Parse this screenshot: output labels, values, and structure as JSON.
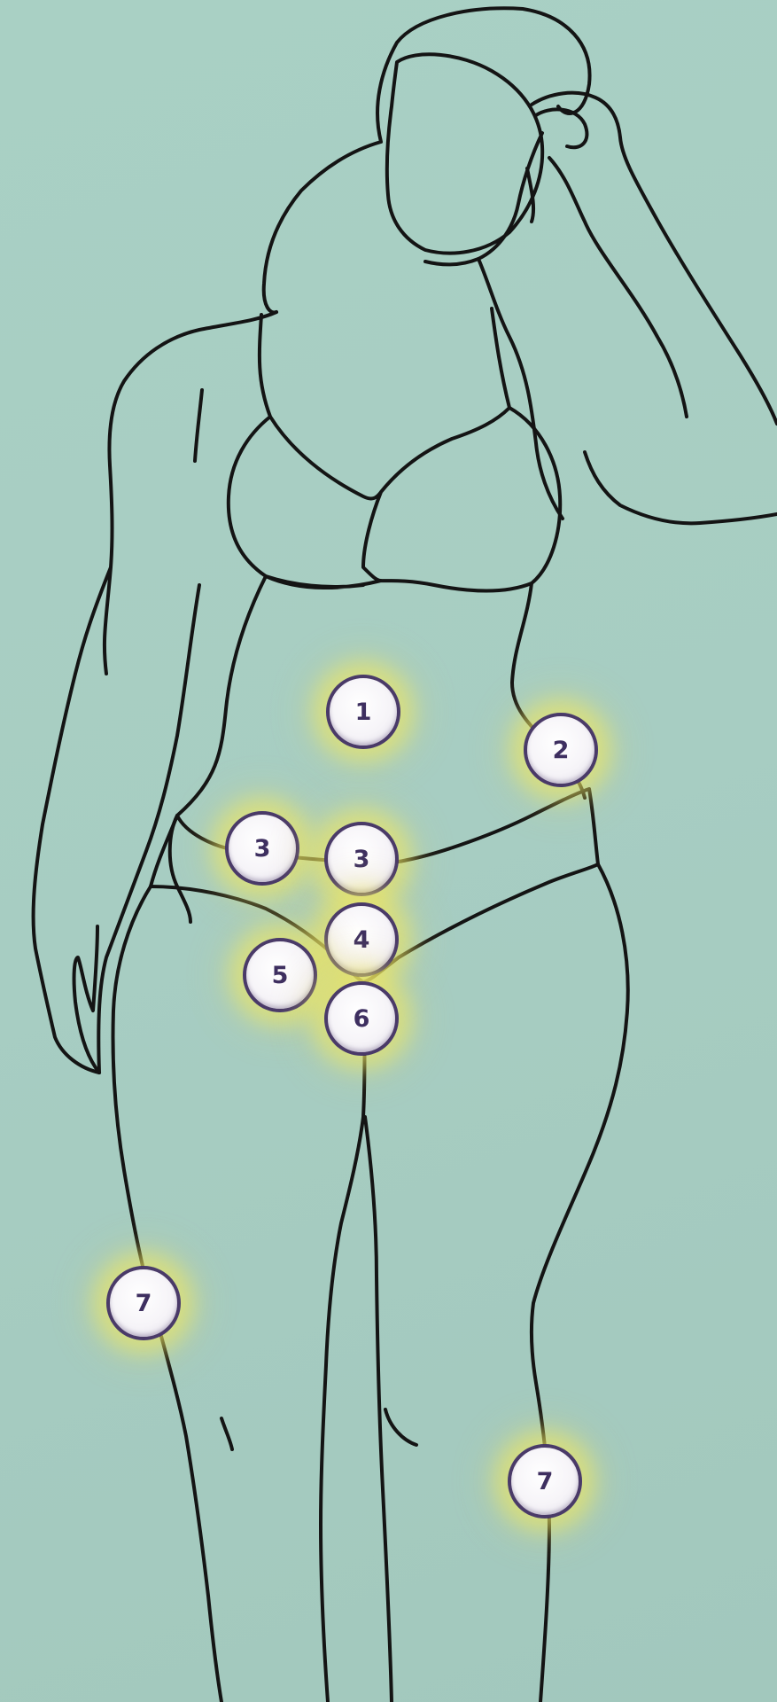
{
  "background_color": "#a7cdc2",
  "outline_color": "#141414",
  "marker_style": {
    "fill": "#ffffff",
    "border": "#4a3a68",
    "text": "#3e2f60",
    "glow": "#eee860"
  },
  "markers": [
    {
      "id": "1",
      "label": "1"
    },
    {
      "id": "2",
      "label": "2"
    },
    {
      "id": "3a",
      "label": "3"
    },
    {
      "id": "3b",
      "label": "3"
    },
    {
      "id": "4",
      "label": "4"
    },
    {
      "id": "5",
      "label": "5"
    },
    {
      "id": "6",
      "label": "6"
    },
    {
      "id": "7a",
      "label": "7"
    },
    {
      "id": "7b",
      "label": "7"
    }
  ]
}
